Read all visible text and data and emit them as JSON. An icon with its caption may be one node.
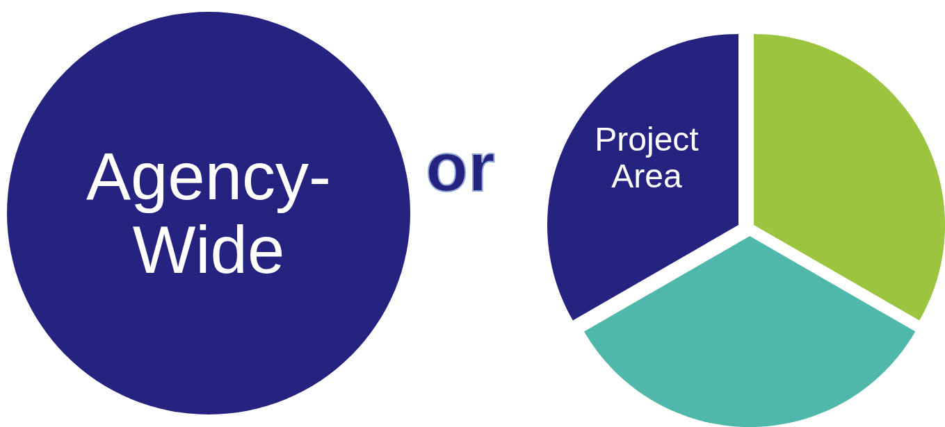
{
  "diagram": {
    "nodes": [
      {
        "text": [
          "Agency-Wide"
        ]
      },
      {
        "text": [
          "Project Area"
        ]
      },
      {
        "text": [],
        "shape": "wedge"
      },
      {
        "text": [],
        "shape": "wedge"
      }
    ],
    "labels": [
      "or"
    ]
  }
}
